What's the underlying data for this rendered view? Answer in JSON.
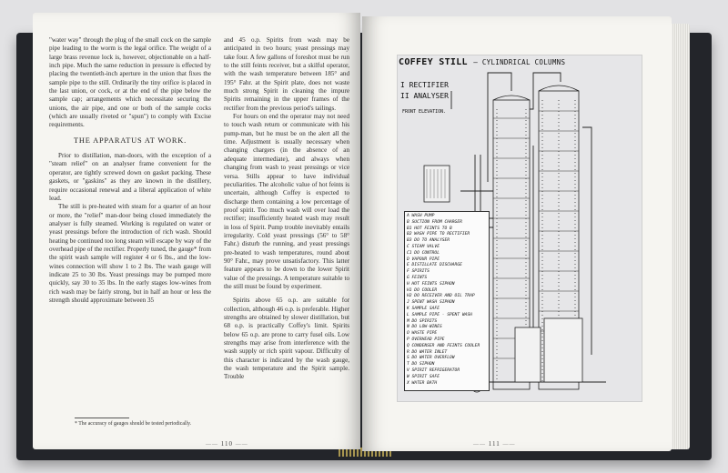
{
  "left_page": {
    "col1_part1": "\"water way\" through the plug of the small cock on the sample pipe leading to the worm is the legal orifice. The weight of a large brass revenue lock is, however, objectionable on a half-inch pipe. Much the same reduction in pressure is effected by placing the twentieth-inch aperture in the union that fixes the sample pipe to the still. Ordinarily the tiny orifice is placed in the last union, or cock, or at the end of the pipe below the sample cap; arrangements which necessitate securing the unions, the air pipe, and one or both of the sample cocks (which are usually riveted or \"spun\") to comply with Excise requirements.",
    "heading": "THE APPARATUS AT WORK.",
    "col1_part2": "Prior to distillation, man-doors, with the exception of a \"steam relief\" on an analyser frame convenient for the operator, are tightly screwed down on gasket packing. These gaskets, or \"gaskins\" as they are known in the distillery, require occasional renewal and a liberal application of white lead.",
    "col1_part3": "The still is pre-heated with steam for a quarter of an hour or more, the \"relief\" man-door being closed immediately the analyser is fully steamed. Working is regulated on water or yeast pressings before the introduction of rich wash. Should heating be continued too long steam will escape by way of the overhead pipe of the rectifier. Properly tuned, the gauge* from the spirit wash sample will register 4 or 6 lbs., and the low-wines connection will show 1 to 2 lbs. The wash gauge will indicate 25 to 30 lbs. Yeast pressings may be pumped more quickly, say 30 to 35 lbs. In the early stages low-wines from rich wash may be fairly strong, but in half an hour or less the strength should approximate between 35",
    "col2_part1": "and 45 o.p. Spirits from wash may be anticipated in two hours; yeast pressings may take four. A few gallons of foreshot must be run to the still feints receiver, but a skilful operator, with the wash temperature between 185° and 195° Fahr. at the Spirit plate, does not waste much strong Spirit in cleaning the impure Spirits remaining in the upper frames of the rectifier from the previous period's tailings.",
    "col2_part2": "For hours on end the operator may not need to touch wash return or communicate with his pump-man, but he must be on the alert all the time. Adjustment is usually necessary when changing chargers (in the absence of an adequate intermediate), and always when changing from wash to yeast pressings or vice versa. Stills appear to have individual peculiarities. The alcoholic value of hot feints is uncertain, although Coffey is expected to discharge them containing a low percentage of proof spirit. Too much wash will over load the rectifier; insufficiently heated wash may result in loss of Spirit. Pump trouble inevitably entails irregularity. Cold yeast pressings (56° to 58° Fahr.) disturb the running, and yeast pressings pre-heated to wash temperatures, round about 90° Fahr., may prove unsatisfactory. This latter feature appears to be down to the lower Spirit value of the pressings. A temperature suitable to the still must be found by experiment.",
    "col2_part3": "Spirits above 65 o.p. are suitable for collection, although 46 o.p. is preferable. Higher strengths are obtained by slower distillation, but 68 o.p. is practically Coffey's limit. Spirits below 65 o.p. are prone to carry fusel oils. Low strengths may arise from interference with the wash supply or rich spirit vapour. Difficulty of this character is indicated by the wash gauge, the wash temperature and the Spirit sample. Trouble",
    "footnote": "* The accuracy of gauges should be tested periodically.",
    "page_number": "110"
  },
  "right_page": {
    "plate_title": "COFFEY STILL",
    "plate_subtitle": "– CYLINDRICAL COLUMNS",
    "label_rectifier": "I RECTIFIER",
    "label_analyser": "II ANALYSER",
    "label_front": "FRONT ELEVATION.",
    "legend": [
      "A  WASH PUMP",
      "B  SUCTION FROM CHARGER",
      "B1  HOT FEINTS TO B",
      "B2  WASH PIPE TO RECTIFIER",
      "B3  DO  TO ANALYSER",
      "C  STEAM VALVE",
      "C1  DO  CONTROL",
      "D  VAPOUR PIPE",
      "E  DISTILLATE DISCHARGE",
      "F  SPIRITS",
      "G  FEINTS",
      "H  HOT FEINTS SIPHON",
      "H1  DO  COOLER",
      "H2  DO  RECEIVER AND OIL TRAP",
      "J  SPENT WASH SIPHON",
      "K  SAMPLE SAFE",
      "L  SAMPLE PIPE - SPENT WASH",
      "M  DO  SPIRITS",
      "N  DO  LOW-WINES",
      "O  WASTE PIPE",
      "P  OVERHEAD PIPE",
      "Q  CONDENSER AND FEINTS COOLER",
      "R  DO  WATER INLET",
      "S  DO  WATER OVERFLOW",
      "T  DO  SIPHON",
      "V  SPIRIT REFRIGERATOR",
      "W  SPIRIT SAFE",
      "X  WATER BATH"
    ],
    "page_number": "111"
  }
}
